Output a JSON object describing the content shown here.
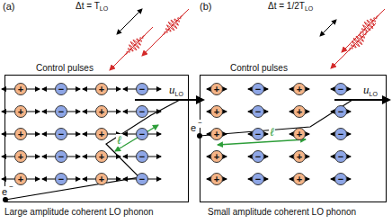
{
  "diagram": {
    "nodes": [
      {
        "text": [
          "Large amplitude coherent LO phonon"
        ]
      },
      {
        "text": [
          "+"
        ],
        "in": 0
      },
      {
        "text": [
          "−"
        ],
        "in": 0
      },
      {
        "text": [
          "+"
        ],
        "in": 0
      },
      {
        "text": [
          "−"
        ],
        "in": 0
      },
      {
        "text": [
          "+"
        ],
        "in": 0
      },
      {
        "text": [
          "−"
        ],
        "in": 0
      },
      {
        "text": [
          "+"
        ],
        "in": 0
      },
      {
        "text": [
          "−"
        ],
        "in": 0
      },
      {
        "text": [
          "+"
        ],
        "in": 0
      },
      {
        "text": [
          "−"
        ],
        "in": 0
      },
      {
        "text": [
          "+"
        ],
        "in": 0
      },
      {
        "text": [
          "−"
        ],
        "in": 0
      },
      {
        "text": [
          "+"
        ],
        "in": 0
      },
      {
        "text": [
          "−"
        ],
        "in": 0
      },
      {
        "text": [
          "+"
        ],
        "in": 0
      },
      {
        "text": [
          "−"
        ],
        "in": 0
      },
      {
        "text": [
          "+"
        ],
        "in": 0
      },
      {
        "text": [
          "−"
        ],
        "in": 0
      },
      {
        "text": [
          "+"
        ],
        "in": 0
      },
      {
        "text": [
          "−"
        ],
        "in": 0
      },
      {
        "text": [
          "Small amplitude coherent LO phonon"
        ]
      },
      {
        "text": [
          "+"
        ],
        "in": 21
      },
      {
        "text": [
          "−"
        ],
        "in": 21
      },
      {
        "text": [
          "+"
        ],
        "in": 21
      },
      {
        "text": [
          "−"
        ],
        "in": 21
      },
      {
        "text": [
          "+"
        ],
        "in": 21
      },
      {
        "text": [
          "−"
        ],
        "in": 21
      },
      {
        "text": [
          "+"
        ],
        "in": 21
      },
      {
        "text": [
          "−"
        ],
        "in": 21
      },
      {
        "text": [
          "+"
        ],
        "in": 21
      },
      {
        "text": [
          "−"
        ],
        "in": 21
      },
      {
        "text": [
          "+"
        ],
        "in": 21
      },
      {
        "text": [
          "−"
        ],
        "in": 21
      },
      {
        "text": [
          "+"
        ],
        "in": 21
      },
      {
        "text": [
          "−"
        ],
        "in": 21
      },
      {
        "text": [
          "+"
        ],
        "in": 21
      },
      {
        "text": [
          "−"
        ],
        "in": 21
      },
      {
        "text": [
          "+"
        ],
        "in": 21
      },
      {
        "text": [
          "−"
        ],
        "in": 21
      },
      {
        "text": [
          "+"
        ],
        "in": 21
      },
      {
        "text": [
          "−"
        ],
        "in": 21
      }
    ],
    "labels": [
      "(a)",
      "(b)",
      "Δt = T",
      "LO",
      "Δt = 1/2T",
      "LO",
      "Control pulses",
      "Control pulses",
      "u",
      "LO",
      "u",
      "LO",
      "e",
      "−",
      "e",
      "−",
      "ℓ",
      "ℓ"
    ]
  }
}
